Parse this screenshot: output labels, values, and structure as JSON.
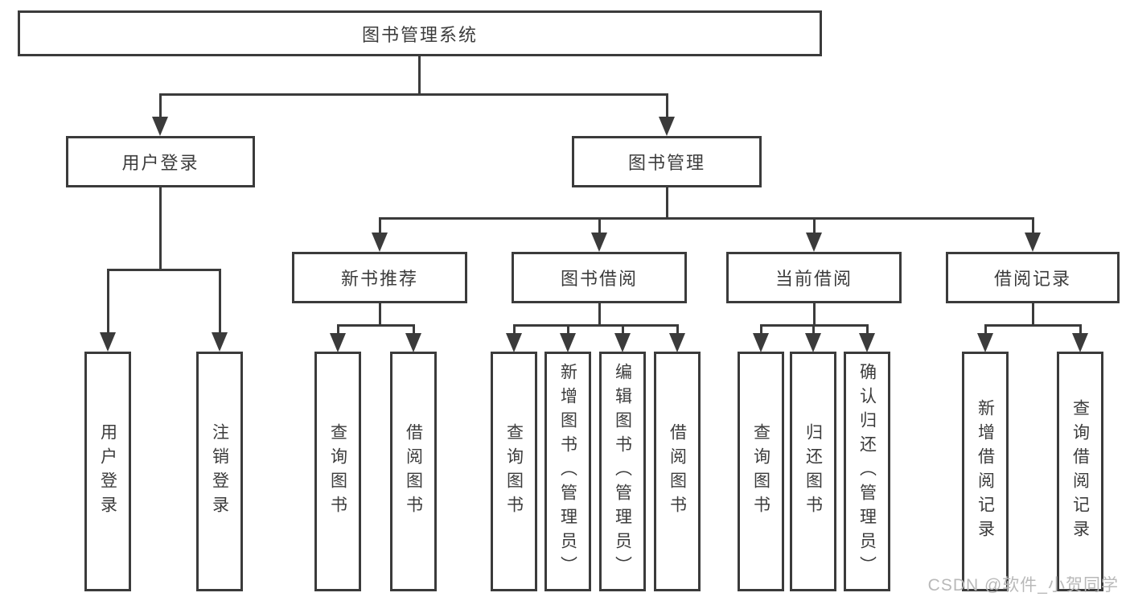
{
  "diagram": {
    "root": {
      "label": "图书管理系统"
    },
    "branches": [
      {
        "label": "用户登录",
        "children": [
          {
            "label": "用户登录"
          },
          {
            "label": "注销登录"
          }
        ]
      },
      {
        "label": "图书管理",
        "children": [
          {
            "label": "新书推荐",
            "children": [
              {
                "label": "查询图书"
              },
              {
                "label": "借阅图书"
              }
            ]
          },
          {
            "label": "图书借阅",
            "children": [
              {
                "label": "查询图书"
              },
              {
                "label": "新增图书（管理员）"
              },
              {
                "label": "编辑图书（管理员）"
              },
              {
                "label": "借阅图书"
              }
            ]
          },
          {
            "label": "当前借阅",
            "children": [
              {
                "label": "查询图书"
              },
              {
                "label": "归还图书"
              },
              {
                "label": "确认归还（管理员）"
              }
            ]
          },
          {
            "label": "借阅记录",
            "children": [
              {
                "label": "新增借阅记录"
              },
              {
                "label": "查询借阅记录"
              }
            ]
          }
        ]
      }
    ]
  },
  "watermark": {
    "text": "CSDN @软件_小贺同学"
  },
  "colors": {
    "line": "#3b3b3b",
    "text": "#3c3c3c",
    "watermark": "#b9b9b9",
    "background": "#ffffff"
  }
}
